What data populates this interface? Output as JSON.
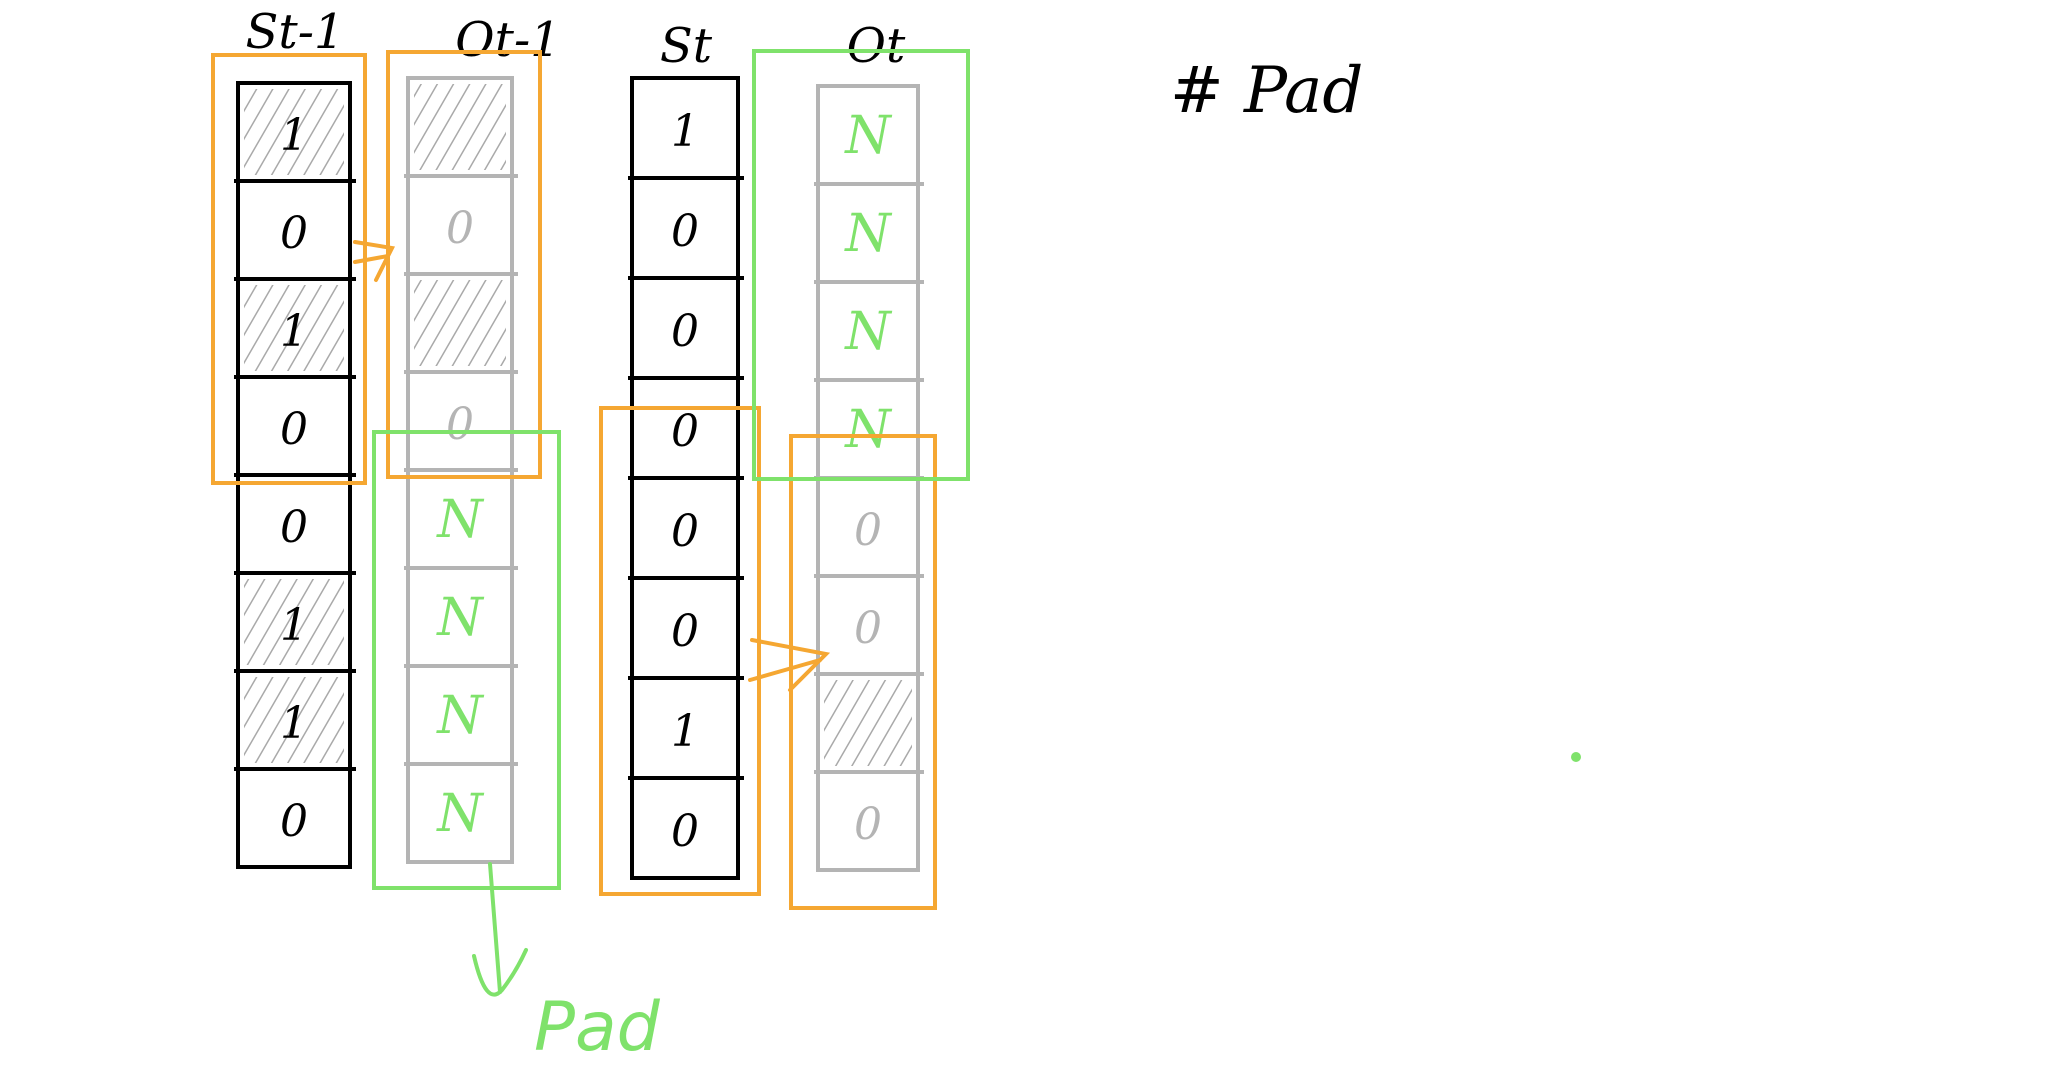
{
  "title": "# Pad",
  "colors": {
    "ink": "#000000",
    "faded": "#b4b4b4",
    "hatch": "#a9a9a9",
    "orange": "#f5a732",
    "green": "#7fe26b"
  },
  "columns": [
    {
      "id": "s_prev",
      "header": "St-1",
      "style": "ink",
      "cells": [
        {
          "text": "1",
          "hatched": true
        },
        {
          "text": "0",
          "hatched": false
        },
        {
          "text": "1",
          "hatched": true
        },
        {
          "text": "0",
          "hatched": false
        },
        {
          "text": "0",
          "hatched": false
        },
        {
          "text": "1",
          "hatched": true
        },
        {
          "text": "1",
          "hatched": true
        },
        {
          "text": "0",
          "hatched": false
        }
      ]
    },
    {
      "id": "o_prev",
      "header": "Ot-1",
      "style": "faded",
      "cells": [
        {
          "text": "",
          "hatched": true
        },
        {
          "text": "0",
          "hatched": false
        },
        {
          "text": "",
          "hatched": true
        },
        {
          "text": "0",
          "hatched": false
        },
        {
          "text": "N",
          "hatched": false,
          "pad": true
        },
        {
          "text": "N",
          "hatched": false,
          "pad": true
        },
        {
          "text": "N",
          "hatched": false,
          "pad": true
        },
        {
          "text": "N",
          "hatched": false,
          "pad": true
        }
      ]
    },
    {
      "id": "s_t",
      "header": "St",
      "style": "ink",
      "cells": [
        {
          "text": "1",
          "hatched": false
        },
        {
          "text": "0",
          "hatched": false
        },
        {
          "text": "0",
          "hatched": false
        },
        {
          "text": "0",
          "hatched": false
        },
        {
          "text": "0",
          "hatched": false
        },
        {
          "text": "0",
          "hatched": false
        },
        {
          "text": "1",
          "hatched": false
        },
        {
          "text": "0",
          "hatched": false
        }
      ]
    },
    {
      "id": "o_t",
      "header": "Ot",
      "style": "faded",
      "cells": [
        {
          "text": "N",
          "hatched": false,
          "pad": true
        },
        {
          "text": "N",
          "hatched": false,
          "pad": true
        },
        {
          "text": "N",
          "hatched": false,
          "pad": true
        },
        {
          "text": "N",
          "hatched": false,
          "pad": true
        },
        {
          "text": "0",
          "hatched": false
        },
        {
          "text": "0",
          "hatched": false
        },
        {
          "text": "",
          "hatched": true
        },
        {
          "text": "0",
          "hatched": false
        }
      ]
    }
  ],
  "pad_label": "Pad"
}
